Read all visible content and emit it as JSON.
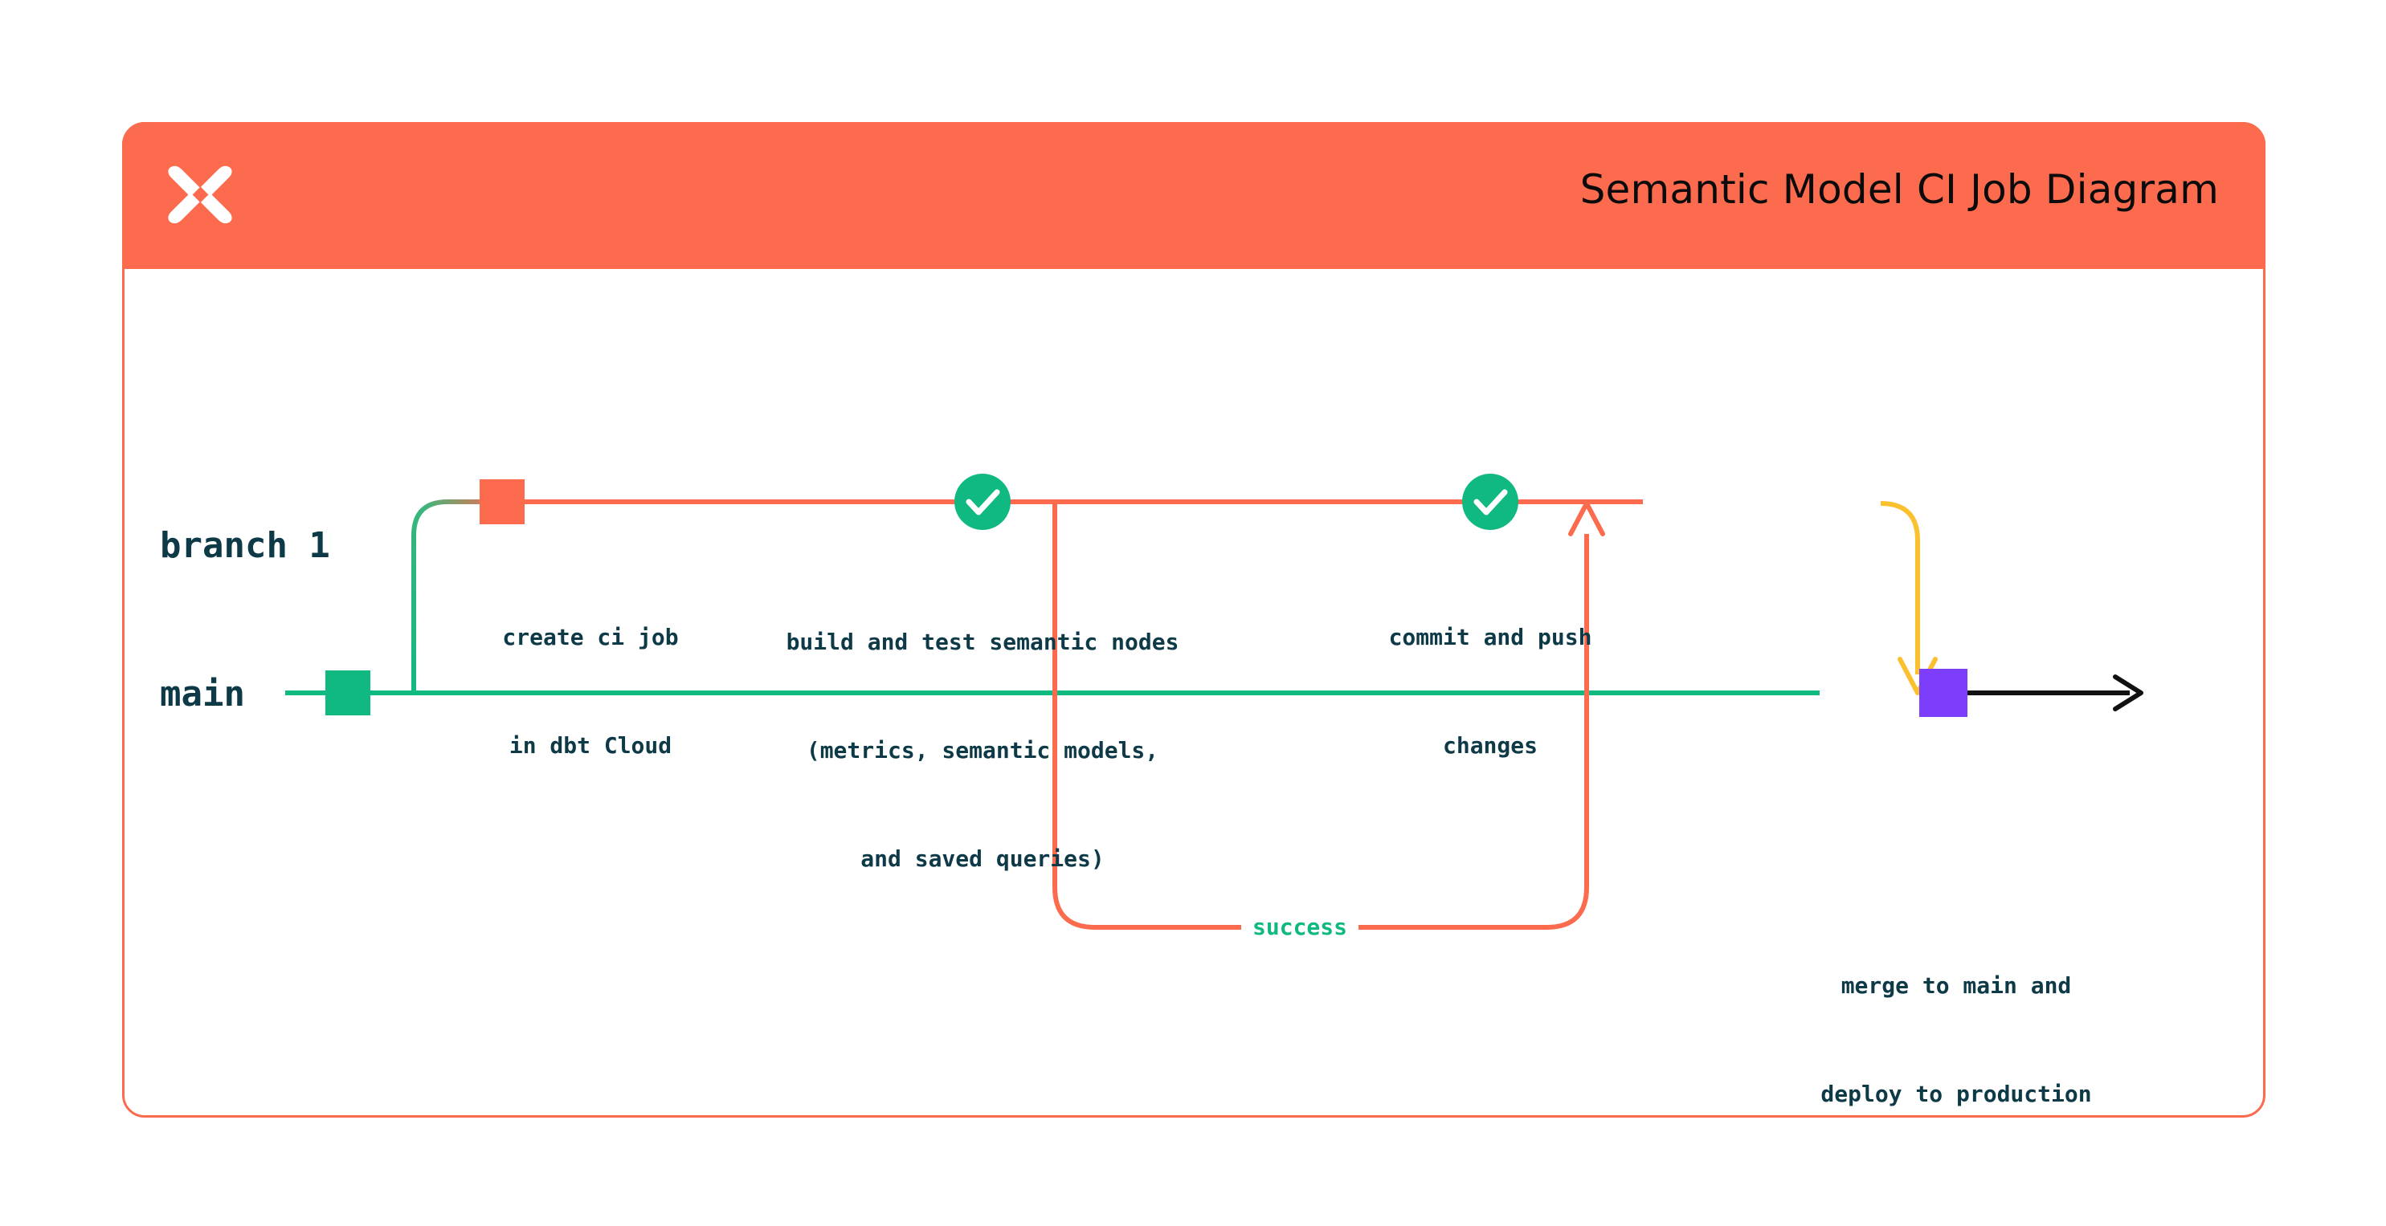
{
  "card": {
    "title": "Semantic Model CI Job Diagram",
    "logo_icon": "dbt-logo-icon",
    "header_color": "#FC6B4E",
    "border_color": "#FC6B4E"
  },
  "lanes": [
    {
      "id": "branch-1",
      "label": "branch 1"
    },
    {
      "id": "main",
      "label": "main"
    }
  ],
  "colors": {
    "green": "#10B981",
    "orange": "#FC6B4E",
    "yellow": "#FBC02D",
    "purple": "#7C3EFB",
    "black": "#111111",
    "text": "#0E3A47"
  },
  "nodes": [
    {
      "id": "main-start",
      "shape": "square",
      "color": "#10B981",
      "lane": "main",
      "caption": ""
    },
    {
      "id": "create-ci-job",
      "shape": "square",
      "color": "#FC6B4E",
      "lane": "branch-1",
      "caption_lines": [
        "create ci job",
        "in dbt Cloud"
      ]
    },
    {
      "id": "build-and-test",
      "shape": "check-circle",
      "color": "#10B981",
      "lane": "branch-1",
      "icon": "check-icon",
      "caption_lines": [
        "build and test semantic nodes",
        "(metrics, semantic models,",
        "and saved queries)"
      ]
    },
    {
      "id": "commit-and-push",
      "shape": "check-circle",
      "color": "#10B981",
      "lane": "branch-1",
      "icon": "check-icon",
      "caption_lines": [
        "commit and push",
        "changes"
      ]
    },
    {
      "id": "merge-to-main",
      "shape": "square",
      "color": "#7C3EFB",
      "lane": "main",
      "caption_lines": [
        "merge to main and",
        "deploy to production"
      ]
    }
  ],
  "edges": [
    {
      "id": "branch-out",
      "from": "main-start",
      "to": "create-ci-job",
      "label": "",
      "color_from": "#10B981",
      "color_to": "#FC6B4E"
    },
    {
      "id": "success-loop",
      "from": "build-and-test",
      "to": "build-and-test",
      "label": "success",
      "color": "#FC6B4E",
      "arrow": "up"
    },
    {
      "id": "merge-edge",
      "from": "commit-and-push",
      "to": "merge-to-main",
      "label": "",
      "color": "#FBC02D",
      "arrow": "down"
    },
    {
      "id": "production-edge",
      "from": "merge-to-main",
      "to": "",
      "label": "",
      "color": "#111111",
      "arrow": "right"
    }
  ],
  "captions": {
    "create_ci_job_l1": "create ci job",
    "create_ci_job_l2": "in dbt Cloud",
    "build_test_l1": "build and test semantic nodes",
    "build_test_l2": "(metrics, semantic models,",
    "build_test_l3": "and saved queries)",
    "commit_push_l1": "commit and push",
    "commit_push_l2": "changes",
    "merge_l1": "merge to main and",
    "merge_l2": "deploy to production",
    "success_label": "success"
  }
}
